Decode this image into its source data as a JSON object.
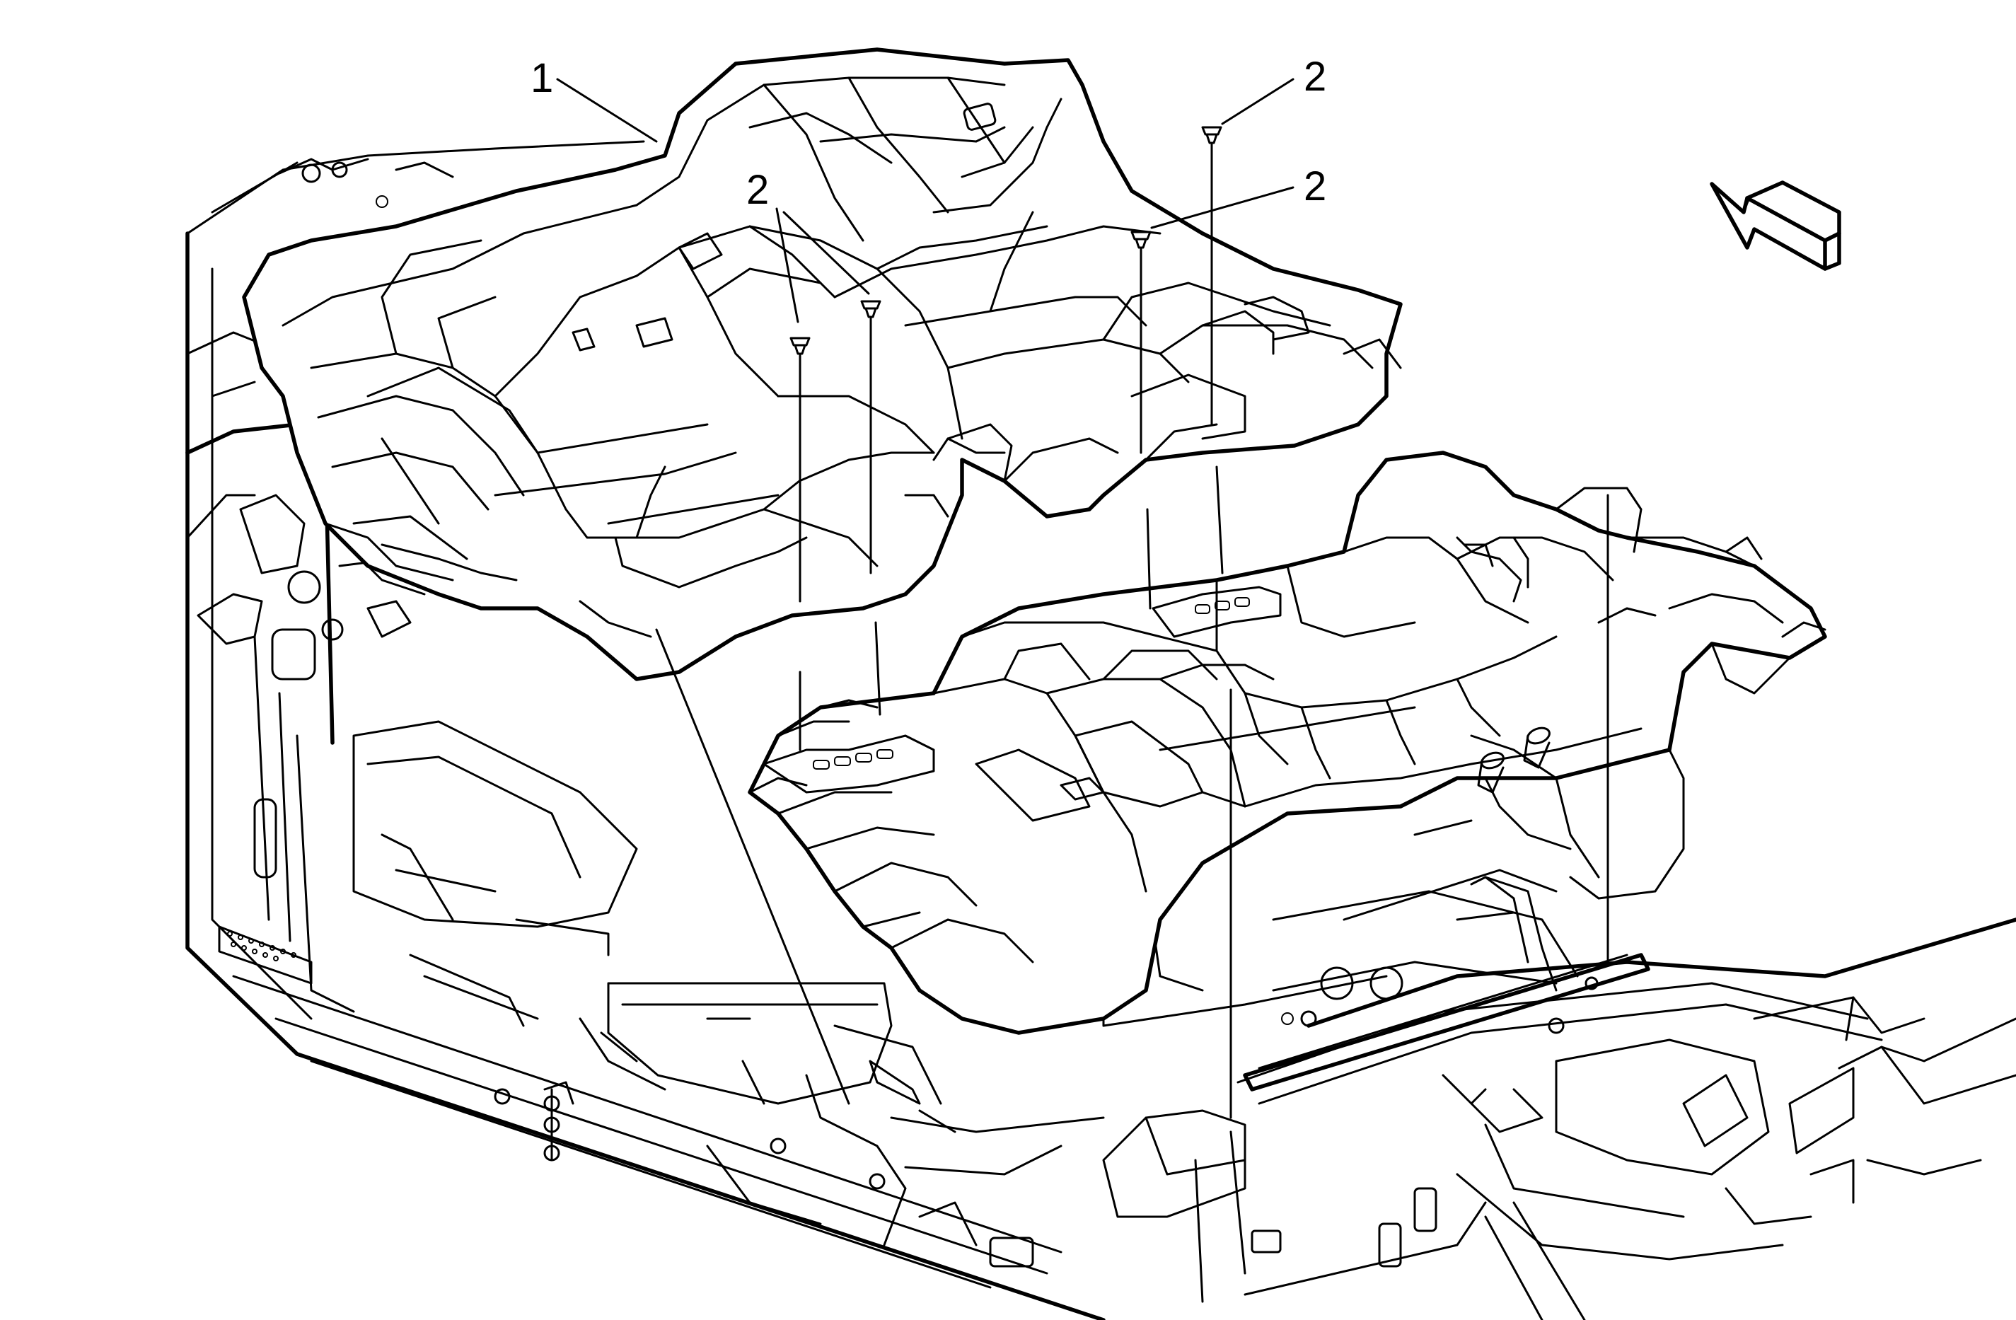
{
  "figure": {
    "description_free": true,
    "callouts": [
      {
        "id": "callout-1",
        "text": "1"
      },
      {
        "id": "callout-2a",
        "text": "2"
      },
      {
        "id": "callout-2b",
        "text": "2"
      },
      {
        "id": "callout-2c",
        "text": "2"
      }
    ],
    "icons": {
      "direction_arrow": "front-direction-arrow-icon",
      "retainer": "push-pin-retainer-icon"
    },
    "colors": {
      "line": "#000000",
      "background": "#ffffff"
    }
  }
}
